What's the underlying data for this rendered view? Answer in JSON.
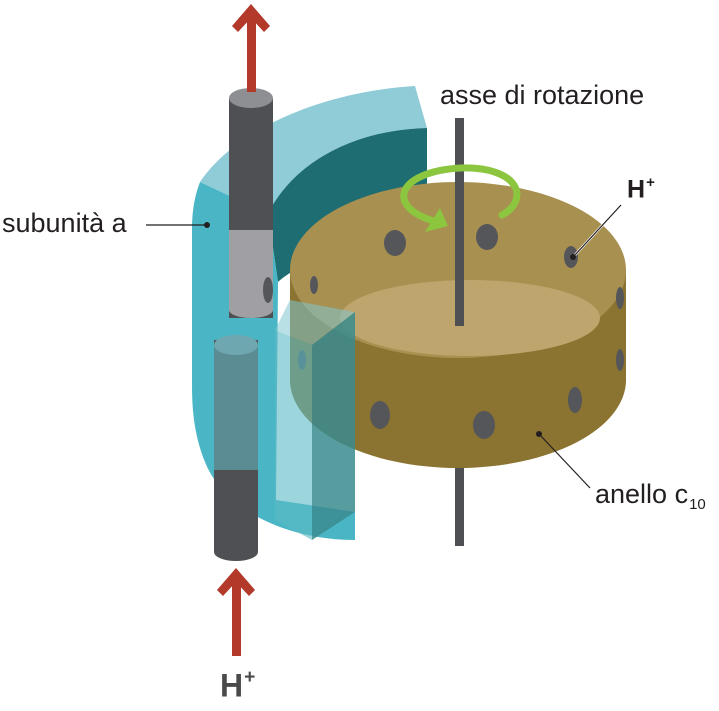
{
  "labels": {
    "axis": "asse di rotazione",
    "subunit": "subunità a",
    "ring_main": "anello c",
    "ring_subscript": "10",
    "proton_top": "H",
    "proton_top_charge": "+",
    "proton_bottom": "H",
    "proton_bottom_charge": "+"
  },
  "colors": {
    "ring_gold": "#a8904a",
    "ring_side": "#8b7332",
    "subunit_light": "#8fd0dc",
    "subunit_teal": "#4cb7c6",
    "subunit_dark": "#1e6d72",
    "channel_dark": "#4f5054",
    "arrow_red": "#b33a2a",
    "rotation_green": "#8cc63f"
  }
}
